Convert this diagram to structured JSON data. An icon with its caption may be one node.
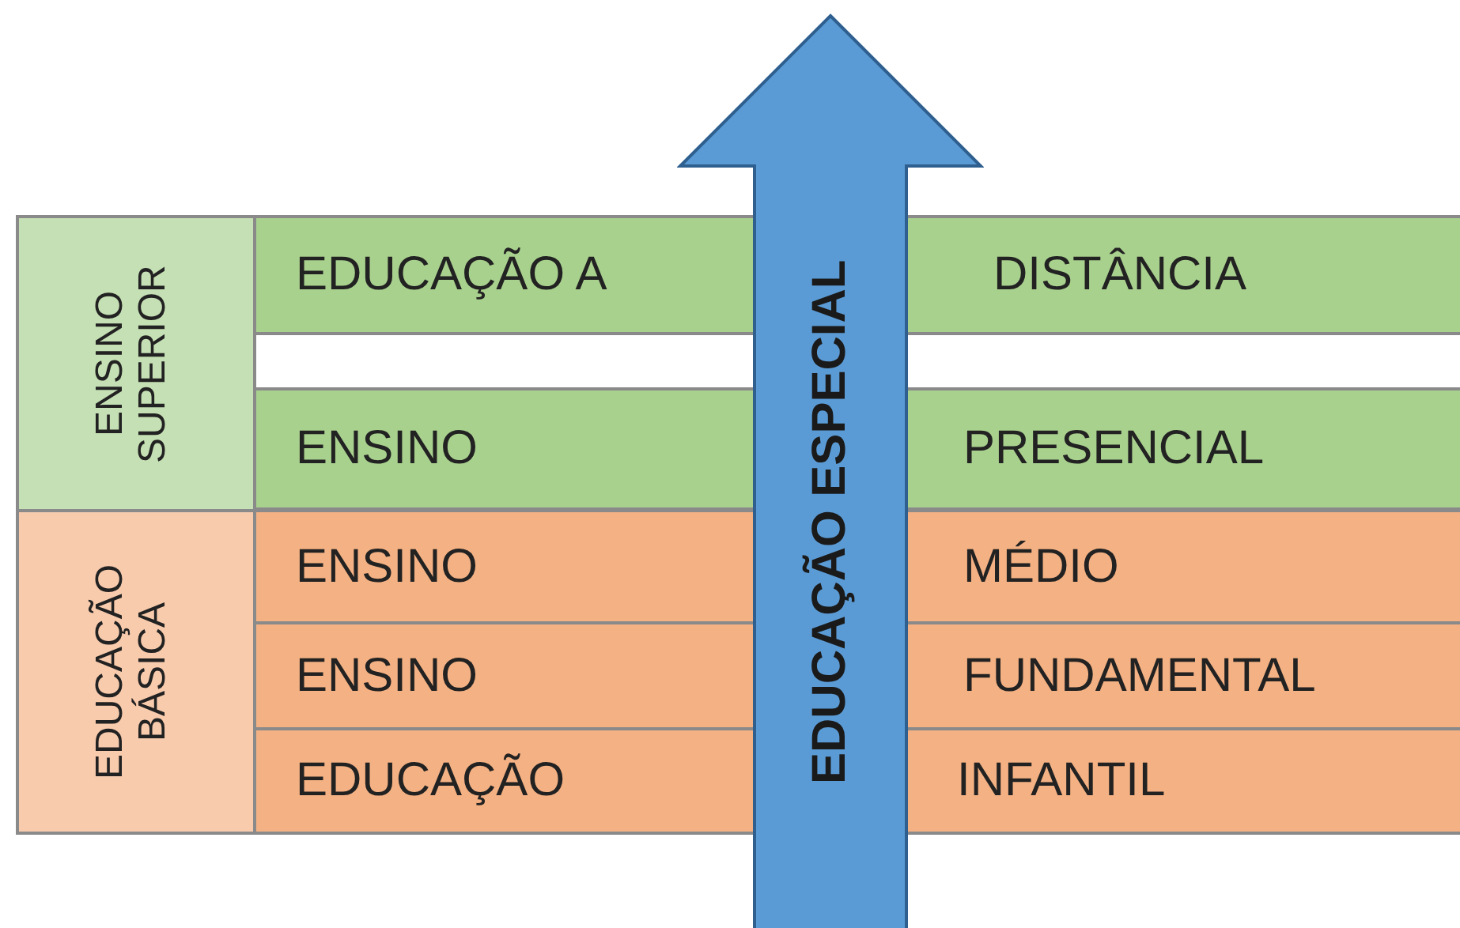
{
  "diagram": {
    "nodes": [
      {
        "text": [
          "ENSINO SUPERIOR"
        ]
      },
      {
        "text": [
          "EDUCAÇÃO BÁSICA"
        ]
      },
      {
        "text": [
          "EDUCAÇÃO A"
        ]
      },
      {
        "text": [
          "DISTÂNCIA"
        ]
      },
      {
        "text": [
          "ENSINO"
        ]
      },
      {
        "text": [
          "PRESENCIAL"
        ]
      },
      {
        "text": [
          "ENSINO"
        ]
      },
      {
        "text": [
          "MÉDIO"
        ]
      },
      {
        "text": [
          "ENSINO"
        ]
      },
      {
        "text": [
          "FUNDAMENTAL"
        ]
      },
      {
        "text": [
          "EDUCAÇÃO"
        ]
      },
      {
        "text": [
          "INFANTIL"
        ]
      },
      {
        "text": [
          "EDUCAÇÃO ESPECIAL"
        ]
      }
    ],
    "edges": []
  }
}
